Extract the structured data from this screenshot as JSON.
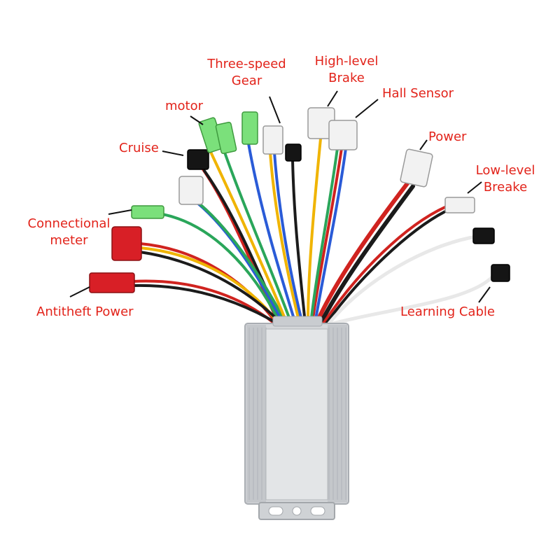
{
  "labels": {
    "three_speed_gear": [
      "Three-speed",
      "Gear"
    ],
    "high_level_brake": [
      "High-level",
      "Brake"
    ],
    "hall_sensor": "Hall Sensor",
    "motor": "motor",
    "cruise": "Cruise",
    "power": "Power",
    "low_level_brake": [
      "Low-level",
      "Breake"
    ],
    "connectional_meter": [
      "Connectional",
      "meter"
    ],
    "antitheft_power": "Antitheft Power",
    "learning_cable": "Learning Cable"
  },
  "colors": {
    "label": "#e2231a",
    "leader": "#111111",
    "housing": "#d5d7da",
    "housing_shadow": "#a9adb2",
    "connector_white": "#f2f2f2",
    "connector_green": "#7be07b",
    "connector_red": "#d81f26",
    "connector_black": "#151515",
    "wire_red": "#d0231f",
    "wire_black": "#1b1b1b",
    "wire_yellow": "#f0b400",
    "wire_blue": "#2a5bd7",
    "wire_green": "#2aa65a",
    "wire_white": "#e8e8e8",
    "wire_orange": "#e87a1e"
  }
}
